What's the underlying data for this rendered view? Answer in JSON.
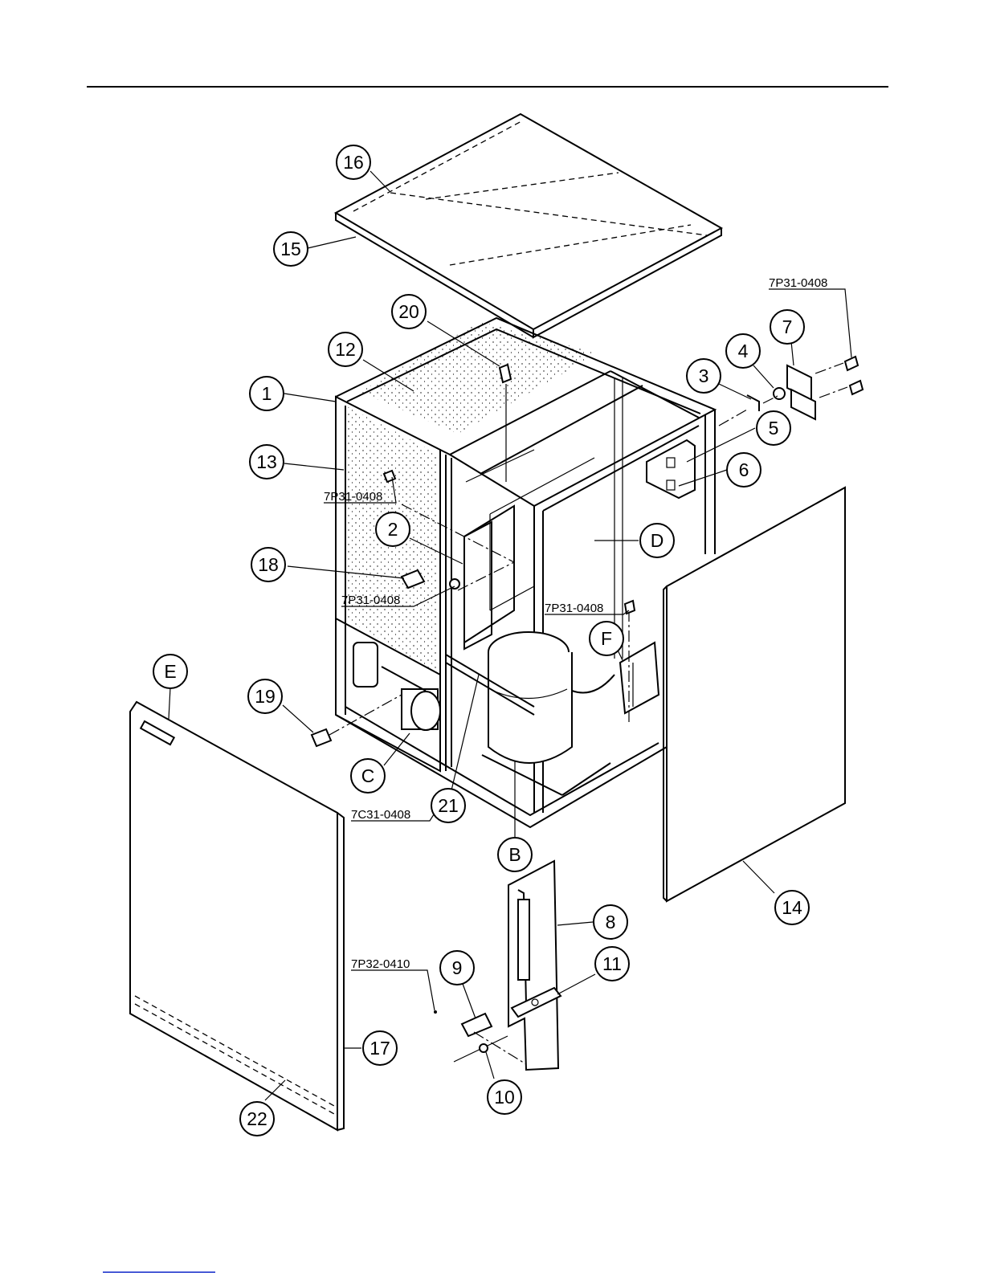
{
  "callouts": [
    {
      "label": "16"
    },
    {
      "label": "15"
    },
    {
      "label": "20"
    },
    {
      "label": "12"
    },
    {
      "label": "1"
    },
    {
      "label": "13"
    },
    {
      "label": "2"
    },
    {
      "label": "18"
    },
    {
      "label": "E"
    },
    {
      "label": "19"
    },
    {
      "label": "C"
    },
    {
      "label": "21"
    },
    {
      "label": "B"
    },
    {
      "label": "D"
    },
    {
      "label": "F"
    },
    {
      "label": "3"
    },
    {
      "label": "4"
    },
    {
      "label": "7"
    },
    {
      "label": "5"
    },
    {
      "label": "6"
    },
    {
      "label": "14"
    },
    {
      "label": "8"
    },
    {
      "label": "11"
    },
    {
      "label": "9"
    },
    {
      "label": "10"
    },
    {
      "label": "17"
    },
    {
      "label": "22"
    }
  ],
  "part_numbers": [
    {
      "label": "7P31-0408"
    },
    {
      "label": "7P31-0408"
    },
    {
      "label": "7P31-0408"
    },
    {
      "label": "7P31-0408"
    },
    {
      "label": "7C31-0408"
    },
    {
      "label": "7P32-0410"
    }
  ]
}
